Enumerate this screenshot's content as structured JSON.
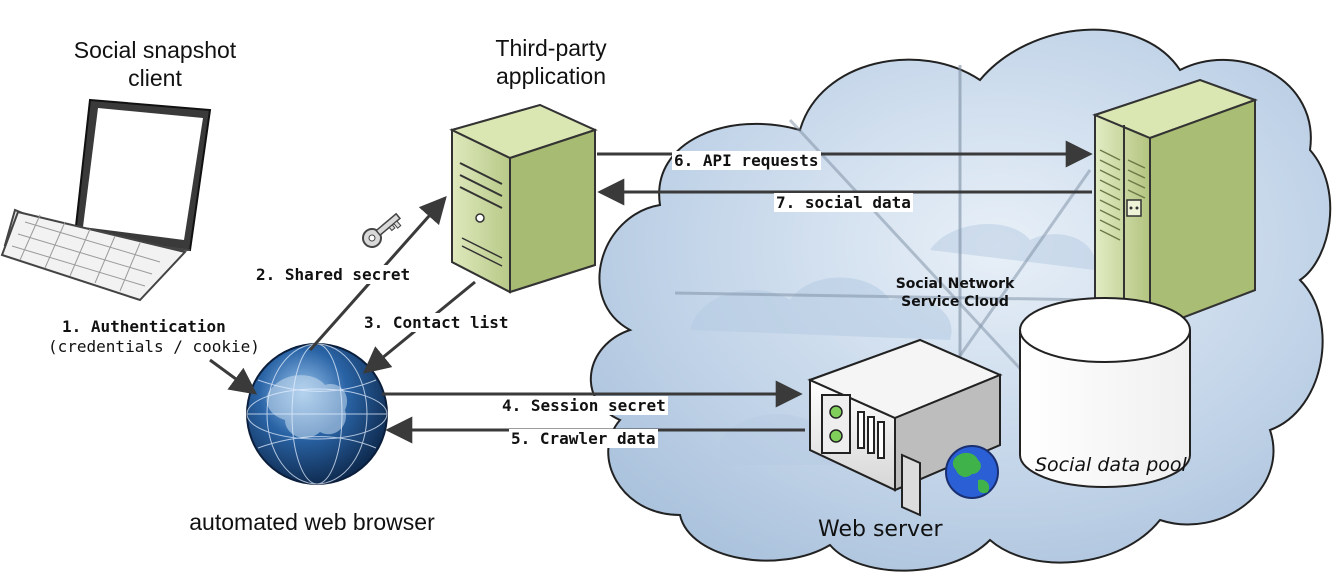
{
  "nodes": {
    "client": {
      "line1": "Social snapshot",
      "line2": "client"
    },
    "third_party": {
      "line1": "Third-party",
      "line2": "application"
    },
    "browser": {
      "label": "automated web browser"
    },
    "cloud": {
      "line1": "Social Network",
      "line2": "Service Cloud"
    },
    "data_pool": {
      "label": "Social data pool"
    },
    "web_server": {
      "label": "Web server"
    }
  },
  "steps": {
    "s1": {
      "label": "1. Authentication",
      "sub": "(credentials / cookie)"
    },
    "s2": {
      "label": "2. Shared secret"
    },
    "s3": {
      "label": "3. Contact list"
    },
    "s4": {
      "label": "4. Session secret"
    },
    "s5": {
      "label": "5. Crawler data"
    },
    "s6": {
      "label": "6. API requests"
    },
    "s7": {
      "label": "7. social data"
    }
  },
  "icons": {
    "laptop": "laptop-icon",
    "key": "key-icon",
    "tower": "server-tower-icon",
    "globe": "globe-icon",
    "rack": "rack-server-icon",
    "database": "database-icon",
    "web_server": "web-server-icon",
    "earth": "earth-icon"
  },
  "colors": {
    "cloud_fill": "#c9d9ec",
    "cloud_edge": "#2b2b2b",
    "server_green": "#c8d89a",
    "globe_blue": "#1d4f8a",
    "arrow": "#3a3a3a"
  }
}
